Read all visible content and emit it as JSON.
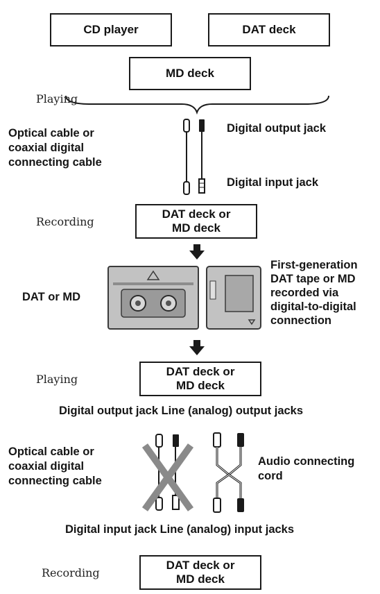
{
  "sources": {
    "cd_player": "CD player",
    "dat_deck": "DAT deck",
    "md_deck": "MD deck"
  },
  "stage1": {
    "mode": "Playing",
    "cable": "Optical cable or\ncoaxial digital\nconnecting cable",
    "out_jack": "Digital output jack",
    "in_jack": "Digital input jack"
  },
  "stage2": {
    "mode": "Recording",
    "device": "DAT deck or\nMD deck"
  },
  "media": {
    "label": "DAT or MD",
    "description": "First-generation\nDAT tape or MD\nrecorded via\ndigital-to-digital\nconnection"
  },
  "stage3": {
    "mode": "Playing",
    "device": "DAT deck or\nMD deck",
    "output_jacks": "Digital output jack Line (analog) output jacks"
  },
  "stage4": {
    "cable": "Optical cable or\ncoaxial digital\nconnecting cable",
    "audio_cord": "Audio connecting\ncord",
    "input_jacks": "Digital input jack Line (analog) input jacks"
  },
  "stage5": {
    "mode": "Recording",
    "device": "DAT deck or\nMD deck"
  },
  "colors": {
    "cross": "#8a8a8a",
    "line": "#1a1a1a",
    "media_fill": "#bdbdbd"
  }
}
